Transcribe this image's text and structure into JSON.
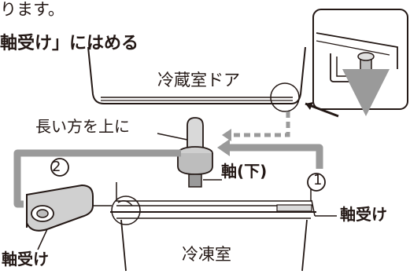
{
  "intro_text": "ります。",
  "heading": "軸受け」にはめる",
  "labels": {
    "door": "冷蔵室ドア",
    "long_side_up": "長い方を上に",
    "axis_lower": "軸(下)",
    "bearing_right": "軸受け",
    "bearing_left": "軸受け",
    "freezer": "冷凍室"
  },
  "steps": {
    "step1": "1",
    "step2": "2"
  },
  "colors": {
    "ink": "#231815",
    "arrow": "#9a9a9a"
  }
}
